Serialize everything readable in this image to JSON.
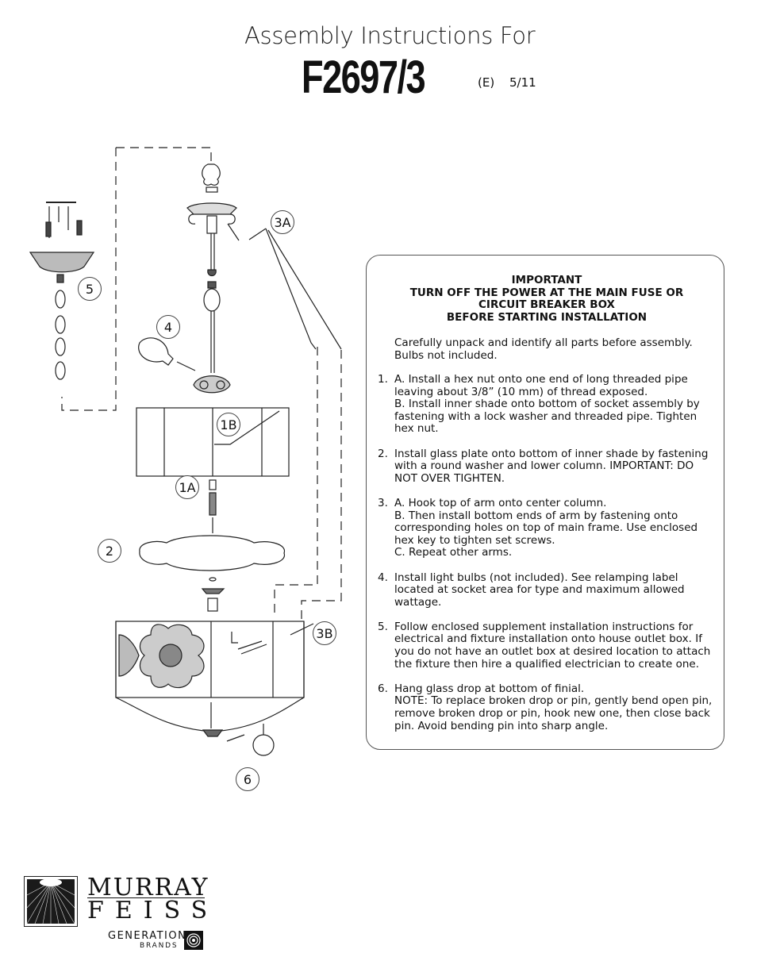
{
  "header": {
    "title": "Assembly Instructions For",
    "model": "F2697/3",
    "edition": "(E)",
    "date": "5/11"
  },
  "callouts": {
    "c3a": "3A",
    "c5": "5",
    "c4": "4",
    "c1b": "1B",
    "c1a": "1A",
    "c2": "2",
    "c3b": "3B",
    "c6": "6"
  },
  "instructions": {
    "important": [
      "IMPORTANT",
      "TURN OFF THE POWER AT THE MAIN FUSE OR",
      "CIRCUIT BREAKER BOX",
      "BEFORE STARTING INSTALLATION"
    ],
    "intro": "Carefully unpack and identify all parts before assembly.  Bulbs not included.",
    "steps": [
      {
        "num": "1.",
        "lines": [
          "A.  Install a hex nut onto one end of long threaded pipe leaving about 3/8” (10 mm) of thread exposed.",
          "B.  Install inner shade onto bottom of socket assembly by fastening with a lock washer and threaded pipe.  Tighten hex nut."
        ]
      },
      {
        "num": "2.",
        "lines": [
          "Install glass plate onto bottom of inner shade by fastening with a round washer and lower column.  IMPORTANT:  DO  NOT OVER TIGHTEN."
        ]
      },
      {
        "num": "3.",
        "lines": [
          "A.  Hook top of arm onto center column.",
          "B. Then install bottom ends of arm by fastening onto corresponding holes on top of main frame.  Use enclosed hex key to tighten set screws.",
          "C.  Repeat other arms."
        ]
      },
      {
        "num": "4.",
        "lines": [
          "Install light bulbs (not included).  See relamping label located at socket area for type and maximum allowed wattage."
        ]
      },
      {
        "num": "5.",
        "lines": [
          "Follow enclosed supplement installation instructions for electrical and fixture installation onto house outlet box. If you do not have an outlet box at desired location to attach the fixture then hire a qualified electrician to create one."
        ]
      },
      {
        "num": "6.",
        "lines": [
          "Hang glass drop at bottom of finial.",
          "NOTE: To replace broken drop or pin, gently bend open pin, remove broken drop or pin, hook new one, then close back pin. Avoid bending pin into sharp angle."
        ]
      }
    ]
  },
  "logo": {
    "word1": "MURRAY",
    "word2": "FEISS",
    "generation": "GENERATION",
    "brands": "BRANDS"
  }
}
